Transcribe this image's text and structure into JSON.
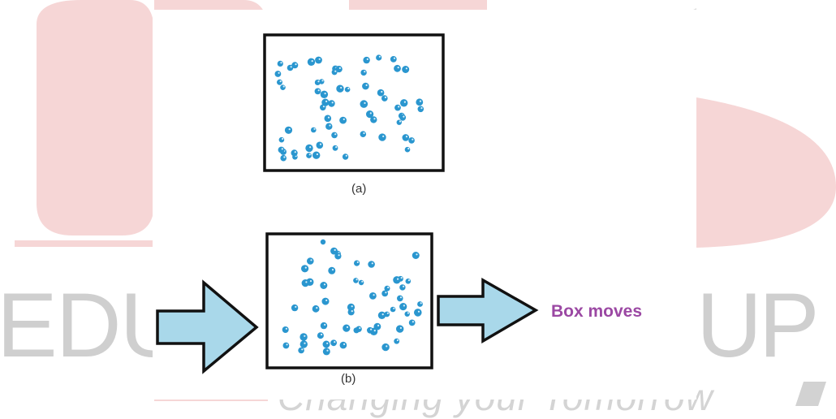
{
  "watermark": {
    "left_text": "EDU",
    "right_text": "UP",
    "tagline": "Changing your Tomorrow"
  },
  "diagram": {
    "label_a": "(a)",
    "label_b": "(b)",
    "box_moves_label": "Box moves",
    "colors": {
      "particle": "#2a96cf",
      "arrow_fill": "#a9d8ea",
      "box_stroke": "#111111",
      "box_moves_text": "#9b48a3",
      "watermark_red": "#f4cfcf"
    }
  }
}
